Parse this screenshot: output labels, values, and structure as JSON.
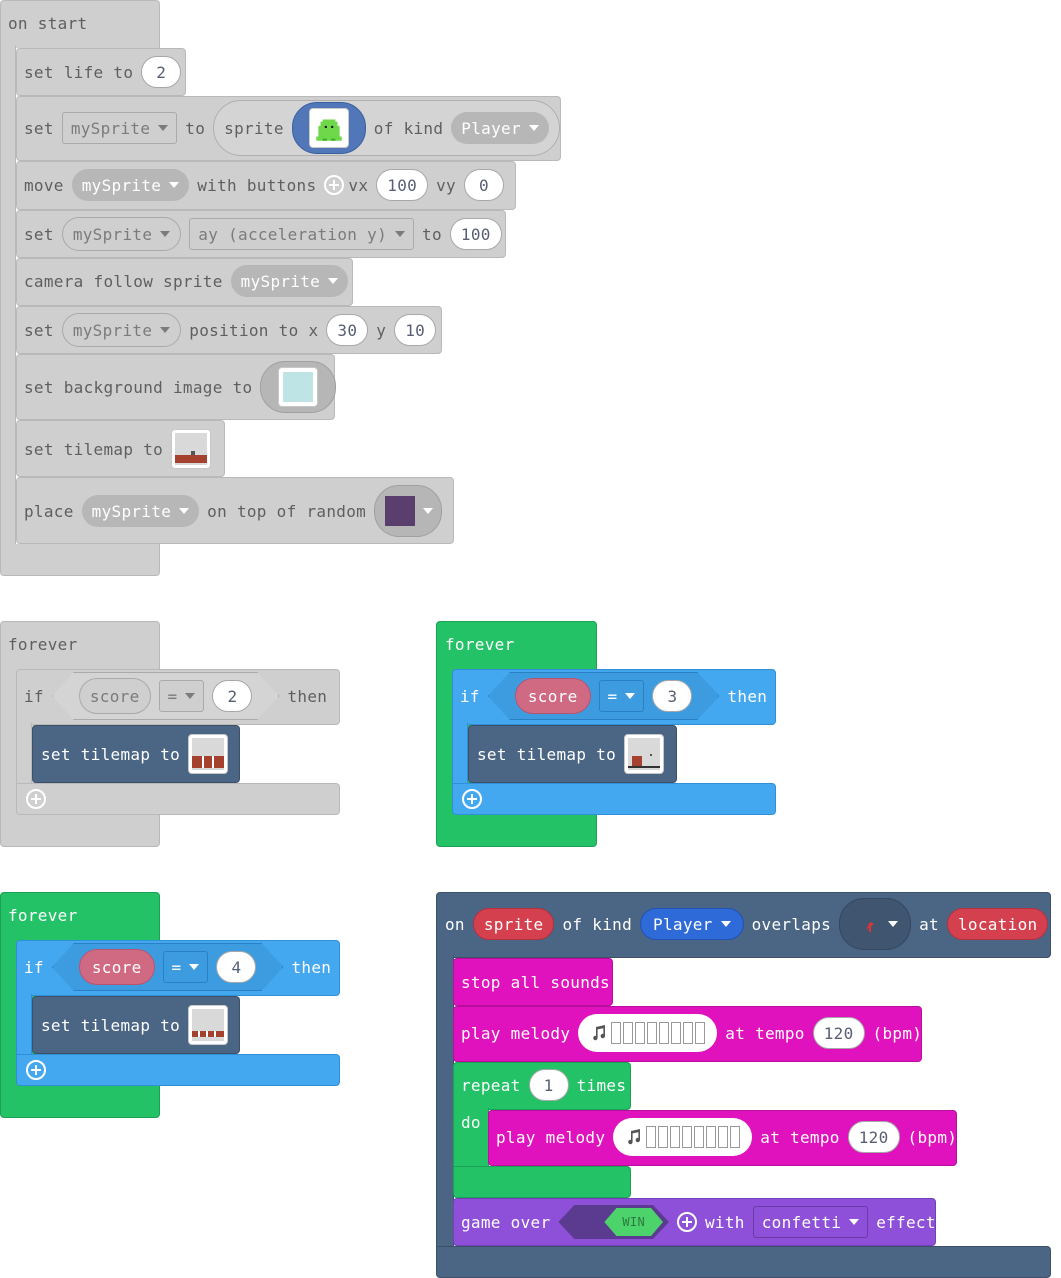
{
  "colors": {
    "gray_block": "#cfcfcf",
    "loops_green": "#23c267",
    "logic_blue": "#44a8f0",
    "scene_navy": "#4b6584",
    "music_pink": "#e012be",
    "game_purple": "#8e50d8"
  },
  "on_start": {
    "hat_label": "on start",
    "set_life": {
      "label": "set life to",
      "value": "2"
    },
    "set_sprite": {
      "set": "set",
      "var": "mySprite",
      "to": "to",
      "sprite": "sprite",
      "of_kind": "of kind",
      "kind": "Player"
    },
    "move": {
      "move": "move",
      "var": "mySprite",
      "with_buttons": "with buttons",
      "vx_label": "vx",
      "vx": "100",
      "vy_label": "vy",
      "vy": "0"
    },
    "accel": {
      "set": "set",
      "var": "mySprite",
      "prop": "ay (acceleration y)",
      "to": "to",
      "value": "100"
    },
    "camera": {
      "label": "camera follow sprite",
      "var": "mySprite"
    },
    "position": {
      "set": "set",
      "var": "mySprite",
      "position_to": "position to x",
      "x": "30",
      "y_label": "y",
      "y": "10"
    },
    "background": {
      "label": "set background image to"
    },
    "tilemap": {
      "label": "set tilemap to"
    },
    "place": {
      "place": "place",
      "var": "mySprite",
      "on_top": "on top of random"
    }
  },
  "forever1": {
    "hat_label": "forever",
    "if_label": "if",
    "var": "score",
    "op": "=",
    "value": "2",
    "then": "then",
    "inner_label": "set tilemap to"
  },
  "forever2": {
    "hat_label": "forever",
    "if_label": "if",
    "var": "score",
    "op": "=",
    "value": "3",
    "then": "then",
    "inner_label": "set tilemap to"
  },
  "forever3": {
    "hat_label": "forever",
    "if_label": "if",
    "var": "score",
    "op": "=",
    "value": "4",
    "then": "then",
    "inner_label": "set tilemap to"
  },
  "overlap": {
    "on": "on",
    "sprite": "sprite",
    "of_kind": "of kind",
    "kind": "Player",
    "overlaps": "overlaps",
    "at": "at",
    "location": "location",
    "stop": "stop all sounds",
    "melody1": {
      "label": "play melody",
      "at_tempo": "at tempo",
      "tempo": "120",
      "bpm": "(bpm)"
    },
    "repeat": {
      "label": "repeat",
      "count": "1",
      "times": "times",
      "do": "do"
    },
    "melody2": {
      "label": "play melody",
      "at_tempo": "at tempo",
      "tempo": "120",
      "bpm": "(bpm)"
    },
    "game_over": {
      "label": "game over",
      "win": "WIN",
      "with": "with",
      "effect_value": "confetti",
      "effect": "effect"
    }
  }
}
